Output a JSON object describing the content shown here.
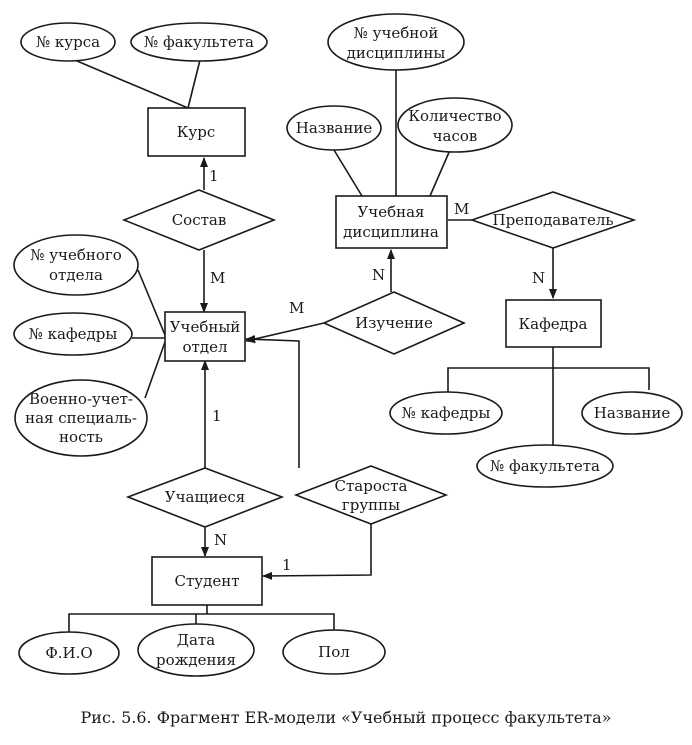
{
  "caption": "Рис. 5.6. Фрагмент ER-модели «Учебный процесс факультета»",
  "entities": {
    "kurs": "Курс",
    "uchebnaya_disciplina": [
      "Учебная",
      "дисциплина"
    ],
    "uchebny_otdel": [
      "Учебный",
      "отдел"
    ],
    "kafedra": "Кафедра",
    "student": "Студент"
  },
  "relationships": {
    "sostav": "Состав",
    "prepodavatel": "Преподаватель",
    "izuchenie": "Изучение",
    "uchashchiesya": "Учащиеся",
    "starosta_gruppy": [
      "Староста",
      "группы"
    ]
  },
  "attributes": {
    "nomer_kursa": "№ курса",
    "nomer_fakulteta_kurs": "№ факультета",
    "nomer_discipliny": [
      "№ учебной",
      "дисциплины"
    ],
    "nazvanie_disc": "Название",
    "kolichestvo_chasov": [
      "Количество",
      "часов"
    ],
    "nomer_uchebnogo_otdela": [
      "№ учебного",
      "отдела"
    ],
    "nomer_kafedry_otdel": "№ кафедры",
    "voenno_uchetnaya": [
      "Военно-учет-",
      "ная специаль-",
      "ность"
    ],
    "nomer_kafedry": "№ кафедры",
    "nazvanie_kafedry": "Название",
    "nomer_fakulteta_kafedra": "№ факультета",
    "fio": "Ф.И.О",
    "data_rozhdeniya": [
      "Дата",
      "рождения"
    ],
    "pol": "Пол"
  },
  "cardinalities": {
    "sostav_kurs": "1",
    "sostav_otdel": "M",
    "izuchenie_otdel": "M",
    "izuchenie_disc": "N",
    "prepod_disc": "M",
    "prepod_kafedra": "N",
    "uchash_otdel": "1",
    "uchash_student": "N",
    "starosta_student": "1"
  }
}
